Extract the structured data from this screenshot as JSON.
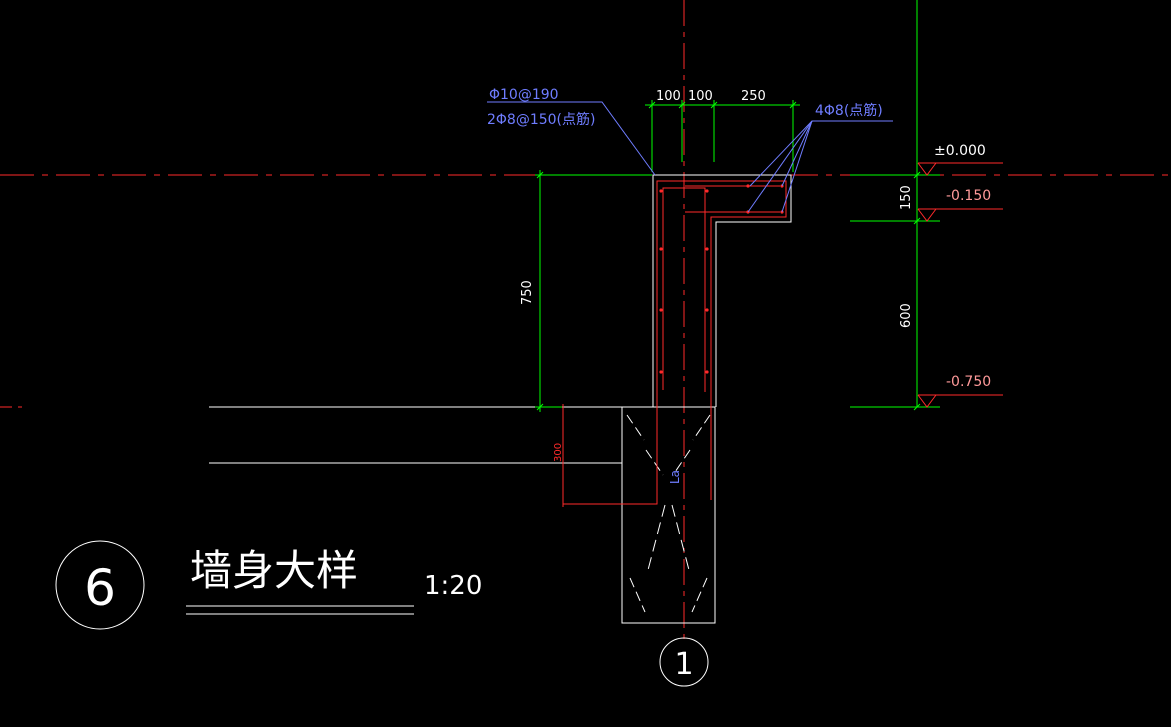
{
  "drawing": {
    "title": "墙身大样",
    "scale": "1:20",
    "detail_number": "6",
    "axis_label": "1"
  },
  "annotations": {
    "rebar_left_line1": "Φ10@190",
    "rebar_left_line2": "2Φ8@150(点筋)",
    "rebar_right": "4Φ8(点筋)",
    "embed_length": "La"
  },
  "dimensions": {
    "top_a": "100",
    "top_b": "100",
    "top_c": "250",
    "left_height": "750",
    "right_upper": "150",
    "right_lower": "600",
    "footing_small": "300"
  },
  "elevations": {
    "level_0": "±0.000",
    "level_1": "-0.150",
    "level_2": "-0.750"
  },
  "colors": {
    "background": "#000000",
    "green": "#00ff00",
    "red": "#ff2a2a",
    "blue": "#6f7dff",
    "white": "#ffffff",
    "grey": "#9a9a9a"
  }
}
